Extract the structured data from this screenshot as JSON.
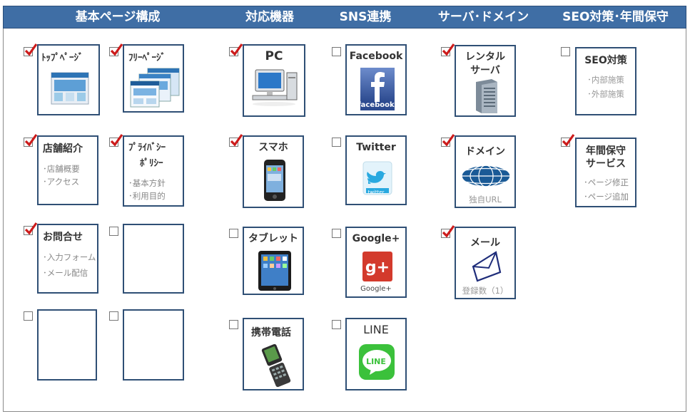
{
  "header": {
    "cols": [
      "基本ページ構成",
      "対応機器",
      "SNS連携",
      "サーバ･ドメイン",
      "SEO対策･年間保守"
    ],
    "bg": "#3f6ea5"
  },
  "colors": {
    "card_border": "#2f4f75",
    "check": "#cc1b1b"
  },
  "basic": {
    "top": {
      "title": "ﾄｯﾌﾟﾍﾟｰｼﾞ",
      "checked": true
    },
    "free": {
      "title": "ﾌﾘｰﾍﾟｰｼﾞ",
      "checked": true
    },
    "shop": {
      "title": "店舗紹介",
      "lines": [
        "･店舗概要",
        "･アクセス"
      ],
      "checked": true
    },
    "privacy": {
      "title1": "ﾌﾟﾗｲﾊﾞｼｰ",
      "title2": "ﾎﾟﾘｼｰ",
      "lines": [
        "･基本方針",
        "･利用目的"
      ],
      "checked": true
    },
    "contact": {
      "title": "お問合せ",
      "lines": [
        "･入力フォーム",
        "･メール配信"
      ],
      "checked": true
    },
    "empty": [
      {
        "checked": false
      },
      {
        "checked": false
      },
      {
        "checked": false
      }
    ]
  },
  "devices": [
    {
      "title": "PC",
      "icon": "pc-icon",
      "checked": true
    },
    {
      "title": "スマホ",
      "icon": "smartphone-icon",
      "checked": true
    },
    {
      "title": "タブレット",
      "icon": "tablet-icon",
      "checked": false
    },
    {
      "title": "携帯電話",
      "icon": "flip-phone-icon",
      "checked": false
    }
  ],
  "sns": [
    {
      "title": "Facebook",
      "logo_text": "facebook",
      "icon": "facebook-icon",
      "checked": false
    },
    {
      "title": "Twitter",
      "logo_text": "twitter",
      "icon": "twitter-icon",
      "checked": false
    },
    {
      "title": "Google+",
      "logo_text": "Google+",
      "icon": "google-plus-icon",
      "checked": false
    },
    {
      "title": "LINE",
      "logo_text": "LINE",
      "icon": "line-icon",
      "checked": false
    }
  ],
  "server": [
    {
      "title1": "レンタル",
      "title2": "サーバ",
      "icon": "server-icon",
      "checked": true
    },
    {
      "title": "ドメイン",
      "sub": "独自URL",
      "icon": "globe-icon",
      "checked": true
    },
    {
      "title": "メール",
      "sub": "登録数（1）",
      "icon": "envelope-icon",
      "checked": true
    }
  ],
  "seo": [
    {
      "title": "SEO対策",
      "lines": [
        "･内部施策",
        "･外部施策"
      ],
      "checked": false
    },
    {
      "title1": "年間保守",
      "title2": "サービス",
      "lines": [
        "･ページ修正",
        "･ページ追加"
      ],
      "checked": true
    }
  ]
}
